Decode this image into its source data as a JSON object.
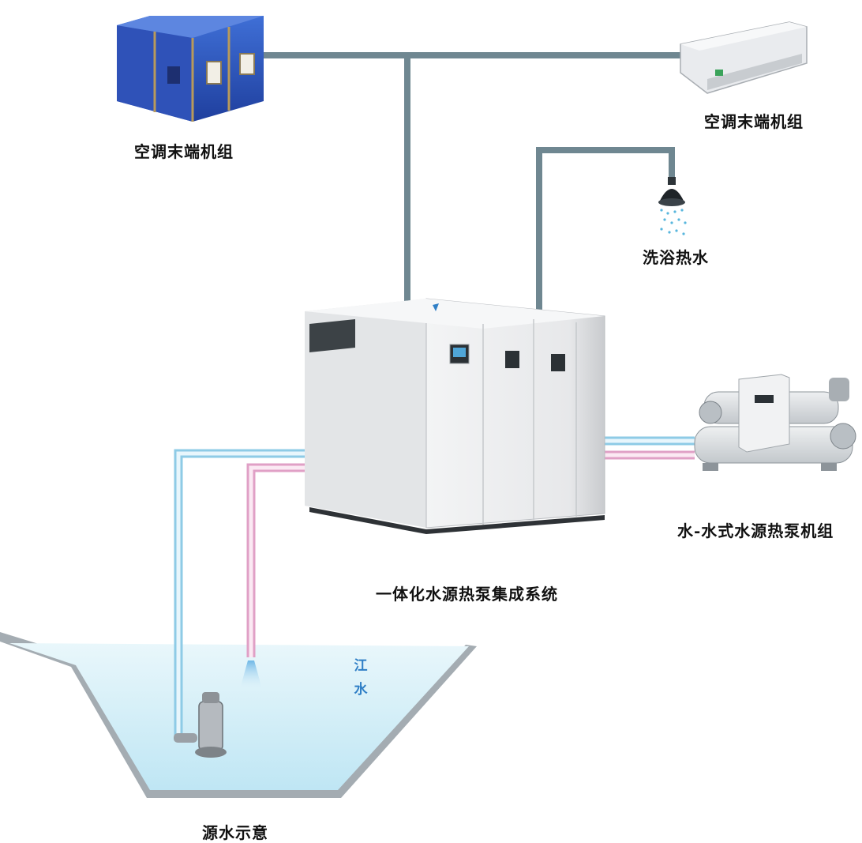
{
  "labels": {
    "terminal_unit_left": "空调末端机组",
    "terminal_unit_right": "空调末端机组",
    "shower_hot_water": "洗浴热水",
    "integrated_system": "一体化水源热泵集成系统",
    "water_water_unit": "水-水式水源热泵机组",
    "river_water": "江水",
    "source_water": "源水示意"
  },
  "colors": {
    "pipe_gray": "#6f8791",
    "pipe_blue": "#9fd4ea",
    "pipe_pink": "#e6a9cc",
    "water_fill": "#cdeef7",
    "basin_wall": "#9aa2a8"
  }
}
